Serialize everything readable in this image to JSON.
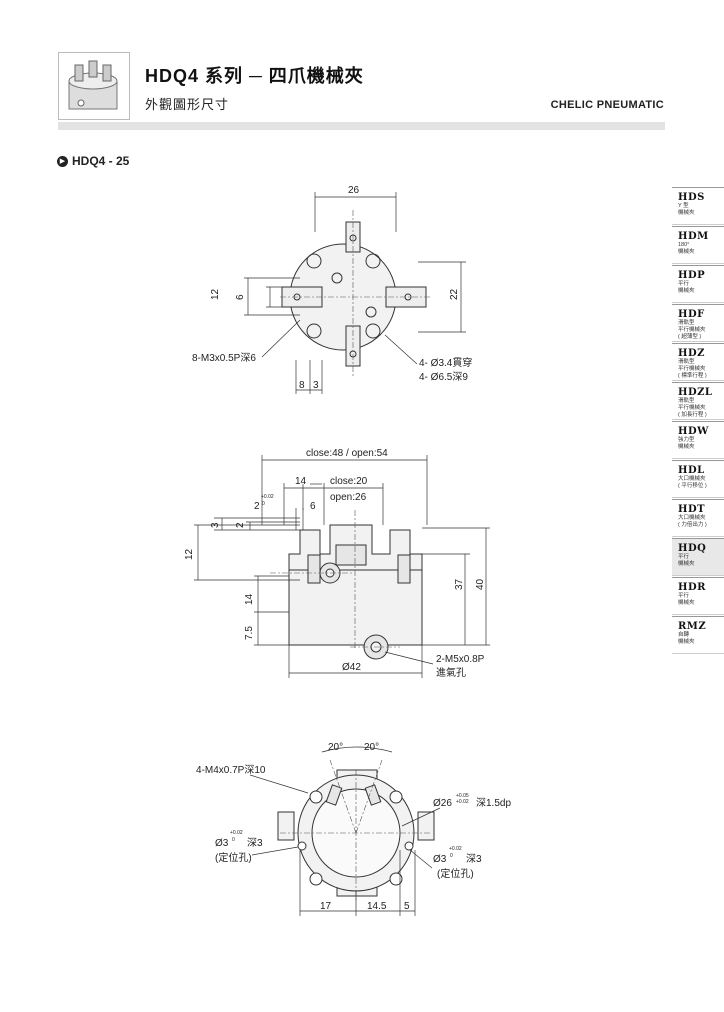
{
  "header": {
    "title": "HDQ4 系列 ─ 四爪機械夾",
    "subtitle": "外觀圖形尺寸",
    "brand": "CHELIC PNEUMATIC"
  },
  "section": {
    "label": "HDQ4 - 25"
  },
  "sidenav": [
    {
      "code": "HDS",
      "desc1": "Y 型",
      "desc2": "機械夾",
      "active": false
    },
    {
      "code": "HDM",
      "desc1": "180°",
      "desc2": "機械夾",
      "active": false
    },
    {
      "code": "HDP",
      "desc1": "平行",
      "desc2": "機械夾",
      "active": false
    },
    {
      "code": "HDF",
      "desc1": "滑軌型",
      "desc2": "平行機械夾",
      "desc3": "( 超薄型 )",
      "active": false
    },
    {
      "code": "HDZ",
      "desc1": "滑軌型",
      "desc2": "平行機械夾",
      "desc3": "( 標準行程 )",
      "active": false
    },
    {
      "code": "HDZL",
      "desc1": "滑軌型",
      "desc2": "平行機械夾",
      "desc3": "( 加長行程 )",
      "active": false
    },
    {
      "code": "HDW",
      "desc1": "強力型",
      "desc2": "機械夾",
      "active": false
    },
    {
      "code": "HDL",
      "desc1": "大口機械夾",
      "desc2": "( 平行移位 )",
      "active": false
    },
    {
      "code": "HDT",
      "desc1": "大口機械夾",
      "desc2": "( 力倍出力 )",
      "active": false
    },
    {
      "code": "HDQ",
      "desc1": "平行",
      "desc2": "機械夾",
      "active": true
    },
    {
      "code": "HDR",
      "desc1": "平行",
      "desc2": "機械夾",
      "active": false
    },
    {
      "code": "RMZ",
      "desc1": "自轉",
      "desc2": "機械夾",
      "active": false
    }
  ],
  "drawing_top": {
    "dim_26": "26",
    "dim_12": "12",
    "dim_6": "6",
    "dim_22": "22",
    "dim_8": "8",
    "dim_3": "3",
    "note_thread": "8-M3x0.5P深6",
    "note_hole1": "4- Ø3.4貫穿",
    "note_hole2": "4- Ø6.5深9"
  },
  "drawing_side": {
    "dim_close_open": "close:48 / open:54",
    "dim_14": "14",
    "dim_close20": "close:20",
    "dim_open26": "open:26",
    "dim_2": "2",
    "tol_2": "+0.02",
    "tol_2b": "0",
    "dim_6": "6",
    "dim_3": "3",
    "dim_2v": "2",
    "dim_12": "12",
    "dim_14v": "14",
    "dim_75": "7.5",
    "dim_37": "37",
    "dim_40": "40",
    "dim_42": "Ø42",
    "note_port": "2-M5x0.8P",
    "note_port2": "進氣孔"
  },
  "drawing_bottom": {
    "ang1": "20°",
    "ang2": "20°",
    "note_thread": "4-M4x0.7P深10",
    "note_bore": "Ø26",
    "tol_bore1": "+0.05",
    "tol_bore2": "+0.02",
    "note_bore_depth": "深1.5dp",
    "pin_left": "Ø3",
    "pin_left_tol1": "+0.02",
    "pin_left_tol2": "0",
    "pin_left_depth": "深3",
    "pin_left_note": "(定位孔)",
    "pin_right": "Ø3",
    "pin_right_tol1": "+0.02",
    "pin_right_tol2": "0",
    "pin_right_depth": "深3",
    "pin_right_note": "(定位孔)",
    "dim_17": "17",
    "dim_145": "14.5",
    "dim_5": "5"
  }
}
